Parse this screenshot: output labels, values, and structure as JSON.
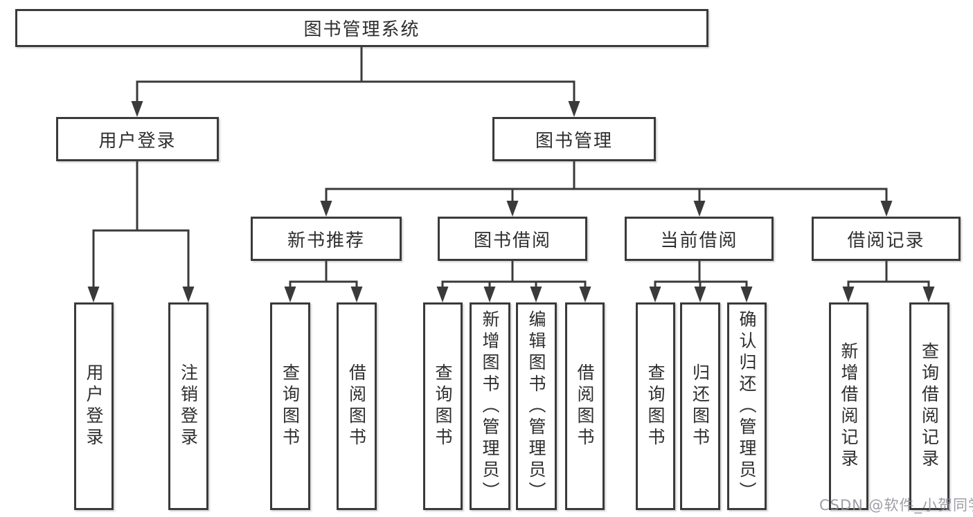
{
  "tree": {
    "root": {
      "label": "图书管理系统",
      "children": [
        {
          "label": "用户登录",
          "children": [
            {
              "label": "用户登录"
            },
            {
              "label": "注销登录"
            }
          ]
        },
        {
          "label": "图书管理",
          "children": [
            {
              "label": "新书推荐",
              "children": [
                {
                  "label": "查询图书"
                },
                {
                  "label": "借阅图书"
                }
              ]
            },
            {
              "label": "图书借阅",
              "children": [
                {
                  "label": "查询图书"
                },
                {
                  "label": "新增图书（管理员）"
                },
                {
                  "label": "编辑图书（管理员）"
                },
                {
                  "label": "借阅图书"
                }
              ]
            },
            {
              "label": "当前借阅",
              "children": [
                {
                  "label": "查询图书"
                },
                {
                  "label": "归还图书"
                },
                {
                  "label": "确认归还（管理员）"
                }
              ]
            },
            {
              "label": "借阅记录",
              "children": [
                {
                  "label": "新增借阅记录"
                },
                {
                  "label": "查询借阅记录"
                }
              ]
            }
          ]
        }
      ]
    }
  },
  "colors": {
    "line": "#3a3a3a",
    "text": "#2e2e2e",
    "watermark_gray": "#8c8c96"
  },
  "watermark": {
    "text": "CSDN @软件_小贺同学"
  }
}
